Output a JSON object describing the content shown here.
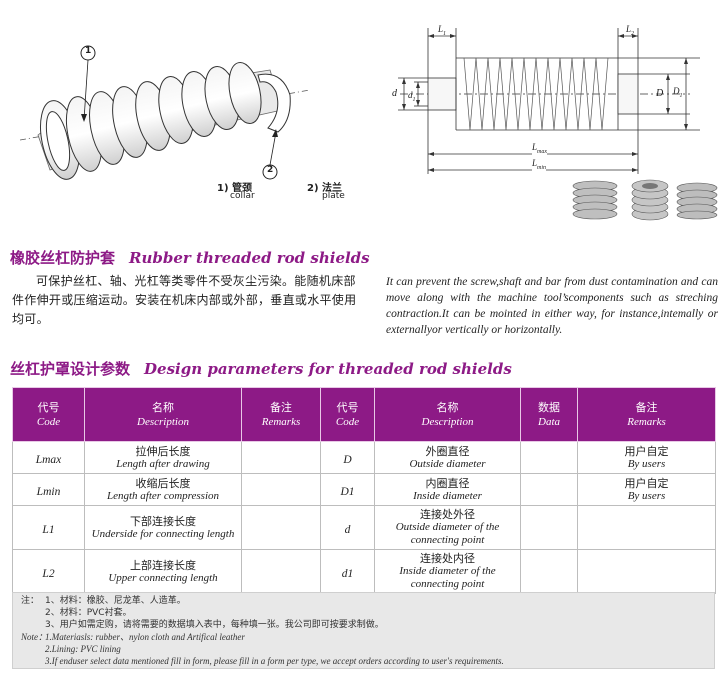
{
  "figure_left": {
    "callout_1": "1",
    "callout_2": "2",
    "label_1_cn": "1) 管颈",
    "label_1_en": "collar",
    "label_2_cn": "2) 法兰",
    "label_2_en": "plate"
  },
  "figure_right": {
    "dims": {
      "L1": "L",
      "L1_sub": "1",
      "L2": "L",
      "L2_sub": "2",
      "d": "d",
      "d1": "d",
      "d1_sub": "1",
      "D": "D",
      "D1": "D",
      "D1_sub": "1",
      "Lmax": "L",
      "Lmax_sub": "max",
      "Lmin": "L",
      "Lmin_sub": "min"
    }
  },
  "section1": {
    "title_cn": "橡胶丝杠防护套",
    "title_en": "Rubber threaded rod shields",
    "desc_cn": "可保护丝杠、轴、光杠等类零件不受灰尘污染。能随机床部件作伸开或压缩运动。安装在机床内部或外部，垂直或水平使用均可。",
    "desc_en": "It can prevent the screw,shaft and bar from dust contamination and can move along with the machine tool’scomponents such as streching contraction.It can be mointed in either way, for instance,intemally or externallyor vertically or horizontally."
  },
  "section2": {
    "title_cn": "丝杠护罩设计参数",
    "title_en": "Design parameters for threaded rod shields"
  },
  "table": {
    "headers": [
      {
        "cn": "代号",
        "en": "Code"
      },
      {
        "cn": "名称",
        "en": "Description"
      },
      {
        "cn": "备注",
        "en": "Remarks"
      },
      {
        "cn": "代号",
        "en": "Code"
      },
      {
        "cn": "名称",
        "en": "Description"
      },
      {
        "cn": "数据",
        "en": "Data"
      },
      {
        "cn": "备注",
        "en": "Remarks"
      }
    ],
    "rows": [
      {
        "code1": "Lmax",
        "desc1_cn": "拉伸后长度",
        "desc1_en": "Length after drawing",
        "remark1": "",
        "code2": "D",
        "desc2_cn": "外圈直径",
        "desc2_en": "Outside diameter",
        "data": "",
        "remark2_cn": "用户自定",
        "remark2_en": "By users"
      },
      {
        "code1": "Lmin",
        "desc1_cn": "收缩后长度",
        "desc1_en": "Length after compression",
        "remark1": "",
        "code2": "D1",
        "desc2_cn": "内圈直径",
        "desc2_en": "Inside diameter",
        "data": "",
        "remark2_cn": "用户自定",
        "remark2_en": "By users"
      },
      {
        "code1": "L1",
        "desc1_cn": "下部连接长度",
        "desc1_en": "Underside for connecting length",
        "remark1": "",
        "code2": "d",
        "desc2_cn": "连接处外径",
        "desc2_en": "Outside diameter of the connecting point",
        "data": "",
        "remark2_cn": "",
        "remark2_en": ""
      },
      {
        "code1": "L2",
        "desc1_cn": "上部连接长度",
        "desc1_en": "Upper connecting length",
        "remark1": "",
        "code2": "d1",
        "desc2_cn": "连接处内径",
        "desc2_en": "Inside diameter of the connecting point",
        "data": "",
        "remark2_cn": "",
        "remark2_en": ""
      }
    ]
  },
  "notes": {
    "cn_label": "注：",
    "cn": [
      "1、材料：橡胶、尼龙革、人造革。",
      "2、材料：PVC衬套。",
      "3、用户如需定购，请将需要的数据填入表中，每种填一张。我公司即可按要求制做。"
    ],
    "en_label": "Note：",
    "en": [
      "1.Materiasls: rubber、nylon cloth and Artifical leather",
      "2.Lining: PVC lining",
      "3.If enduser select data mentioned fill in form, please fill in a form per type, we accept orders according to user's requirements."
    ]
  },
  "colors": {
    "accent": "#8d1a86",
    "table_header_text": "#ffffff",
    "notes_bg": "#e8e8e8"
  }
}
